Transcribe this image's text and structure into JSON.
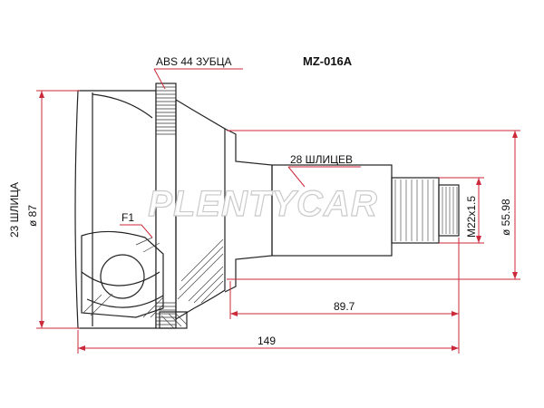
{
  "title": "MZ-016A",
  "watermark": "PLENTYCAR",
  "labels": {
    "abs": "ABS 44 ЗУБЦА",
    "outer_splines": "28 ШЛИЦЕВ",
    "inner_splines": "23 ШЛИЦА",
    "f1": "F1",
    "thread": "M22x1.5",
    "diameter_87": "ø 87",
    "diameter_5598": "ø 55.98",
    "length_897": "89.7",
    "length_149": "149"
  },
  "colors": {
    "outline": "#222222",
    "dimension": "#cc2a3a",
    "watermark_fill": "#ffffff",
    "watermark_stroke": "#c8c8c8"
  }
}
